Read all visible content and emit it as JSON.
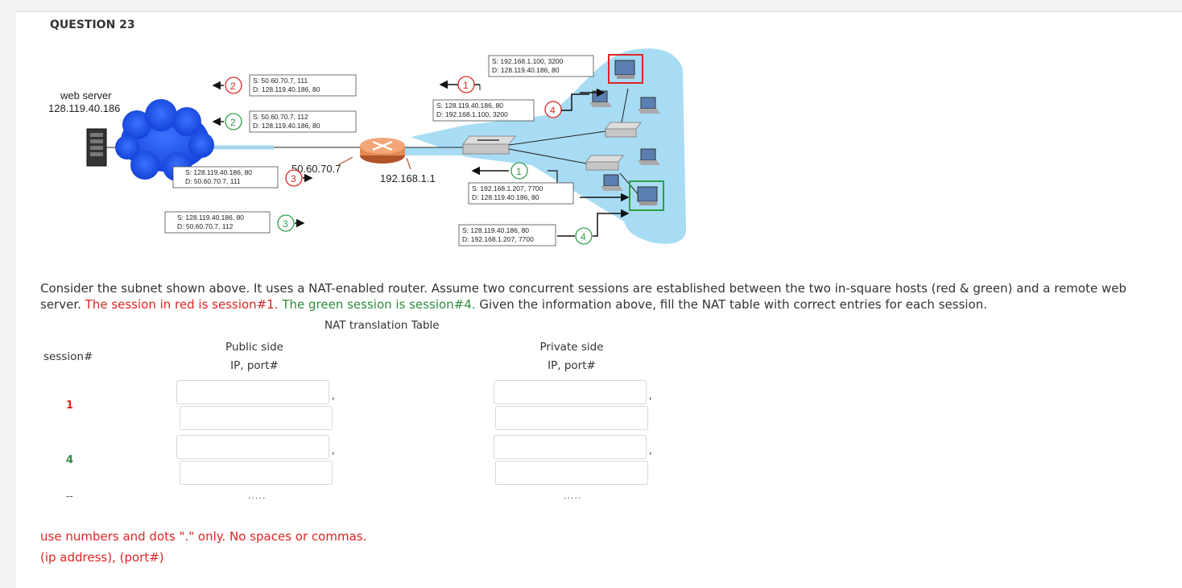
{
  "question": {
    "title": "QUESTION 23"
  },
  "diagram": {
    "web_server_label": "web server",
    "web_server_ip": "128.119.40.186",
    "router_public_ip": "50.60.70.7",
    "router_private_ip": "192.168.1.1",
    "box_red_out_s": "S: 192.168.1.100, 3200",
    "box_red_out_d": "D: 128.119.40.186, 80",
    "box_red_wan_s": "S: 50.60.70.7, 111",
    "box_red_wan_d": "D: 128.119.40.186, 80",
    "box_green_wan_s": "S: 50.60.70.7, 112",
    "box_green_wan_d": "D: 128.119.40.186, 80",
    "box_red_reply_s": "S: 128.119.40.186, 80",
    "box_red_reply_d": "D: 50.60.70.7, 111",
    "box_green_reply_s": "S: 128.119.40.186, 80",
    "box_green_reply_d": "D: 50.60.70.7, 112",
    "box_red_lan_reply_s": "S: 128.119.40.186, 80",
    "box_red_lan_reply_d": "D: 192.168.1.100, 3200",
    "box_green_out_s": "S: 192.168.1.207, 7700",
    "box_green_out_d": "D: 128.119.40.186, 80",
    "box_green_lan_reply_s": "S: 128.119.40.186, 80",
    "box_green_lan_reply_d": "D: 192.168.1.207, 7700",
    "step_1": "1",
    "step_2": "2",
    "step_3": "3",
    "step_4": "4",
    "colors": {
      "red": "#e02424",
      "green": "#2e9e4a",
      "subnet": "#a8dcf5"
    }
  },
  "text": {
    "intro": "Consider the subnet shown above. It uses a NAT-enabled router. Assume two concurrent sessions are established between the two in-square hosts (red & green) and a remote web server.",
    "red_sentence": "The session in red is session#1.",
    "green_sentence": "The green session is session#4.",
    "outro": "Given the information above, fill the NAT table with correct entries for each session."
  },
  "nat_table": {
    "title": "NAT translation Table",
    "session_header": "session#",
    "public_header_1": "Public side",
    "public_header_2": "IP, port#",
    "private_header_1": "Private side",
    "private_header_2": "IP, port#",
    "rows": [
      {
        "session": "1",
        "color": "#e02424",
        "public_ip": "",
        "public_port": "",
        "private_ip": "",
        "private_port": ""
      },
      {
        "session": "4",
        "color": "#2e8b3e",
        "public_ip": "",
        "public_port": "",
        "private_ip": "",
        "private_port": ""
      }
    ],
    "comma": ",",
    "placeholder_session": "--",
    "placeholder_public": ".....",
    "placeholder_private": "....."
  },
  "notes": {
    "line1": "use numbers and dots \".\" only. No spaces or commas.",
    "line2": "(ip address), (port#)"
  }
}
